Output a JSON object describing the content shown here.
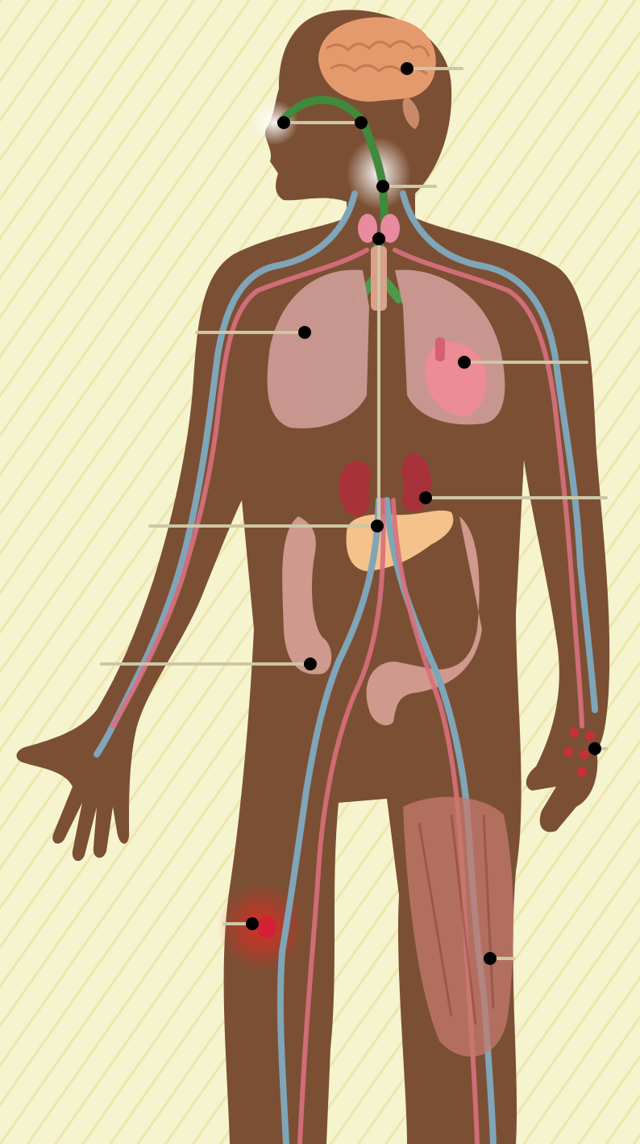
{
  "diagram": {
    "labels_visible": false,
    "colors": {
      "background": "#f6f3cf",
      "stripe": "#ebe7a9",
      "body": "#7b4f33",
      "vein": "#7fa5b9",
      "artery": "#d9707e",
      "marker": "#000000",
      "leader": "#cdc7a6"
    },
    "organs": [
      {
        "id": "brain",
        "icon": "brain-icon"
      },
      {
        "id": "nasal-cavity",
        "icon": "nose-icon"
      },
      {
        "id": "pharynx",
        "icon": "throat-icon"
      },
      {
        "id": "thyroid",
        "icon": "thyroid-icon"
      },
      {
        "id": "lungs",
        "icon": "lungs-icon"
      },
      {
        "id": "heart",
        "icon": "heart-icon"
      },
      {
        "id": "kidneys",
        "icon": "kidneys-icon"
      },
      {
        "id": "pancreas",
        "icon": "pancreas-icon"
      },
      {
        "id": "intestines",
        "icon": "intestines-icon"
      },
      {
        "id": "skin-spots",
        "icon": "rash-icon"
      },
      {
        "id": "wound",
        "icon": "wound-icon"
      },
      {
        "id": "leg-muscles",
        "icon": "muscle-icon"
      }
    ]
  }
}
